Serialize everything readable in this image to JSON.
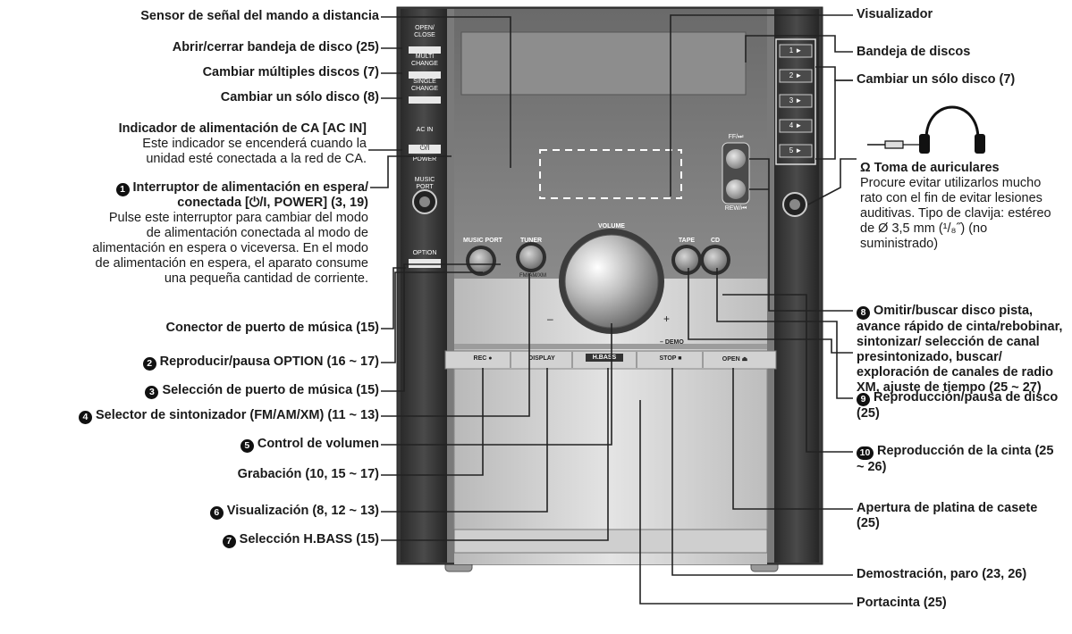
{
  "device": {
    "panel_text": {
      "open_close": "OPEN/\nCLOSE",
      "multi_change": "MULTI\nCHANGE",
      "single_change": "SINGLE\nCHANGE",
      "ac_in": "AC IN",
      "power_sym": "⏻/I",
      "power": "POWER",
      "music_port_small": "MUSIC\nPORT",
      "option": "OPTION",
      "ff": "FF/⏭",
      "rew": "REW/⏮",
      "disc": [
        "1 ►",
        "2 ►",
        "3 ►",
        "4 ►",
        "5 ►"
      ],
      "music_port": "MUSIC PORT",
      "tuner": "TUNER",
      "fm_am_xm": "FM/AM/XM",
      "volume": "VOLUME",
      "tape": "TAPE",
      "cd": "CD",
      "minus": "–",
      "plus": "+",
      "demo": "– DEMO",
      "rec": "REC ●",
      "display": "DISPLAY",
      "hbass": "H.BASS",
      "stop": "STOP ■",
      "open": "OPEN ⏏"
    }
  },
  "labels": {
    "remote_sensor": "Sensor de señal del mando a distancia",
    "open_close_tray": "Abrir/cerrar bandeja de disco (25)",
    "multi_change": "Cambiar múltiples discos (7)",
    "single_change_left": "Cambiar un sólo disco (8)",
    "ac_in_title": "Indicador de alimentación de CA [AC IN]",
    "ac_in_desc": "Este indicador se encenderá cuando la unidad esté conectada a la red de CA.",
    "power_num": "1",
    "power_title1": "Interruptor de alimentación en espera/",
    "power_title2": "conectada [⏻/I, POWER] (3, 19)",
    "power_desc": "Pulse este interruptor para cambiar del modo de alimentación conectada al modo de alimentación en espera o viceversa. En el modo de alimentación en espera, el aparato consume una pequeña cantidad de corriente.",
    "music_port_conn": "Conector de puerto de música (15)",
    "play_pause_option_num": "2",
    "play_pause_option": "Reproducir/pausa OPTION (16 ~ 17)",
    "music_port_sel_num": "3",
    "music_port_sel": "Selección de puerto de música (15)",
    "tuner_sel_num": "4",
    "tuner_sel": "Selector de sintonizador (FM/AM/XM) (11 ~ 13)",
    "volume_num": "5",
    "volume": "Control de volumen",
    "recording": "Grabación (10, 15 ~ 17)",
    "display_num": "6",
    "display": "Visualización (8, 12 ~ 13)",
    "hbass_num": "7",
    "hbass": "Selección H.BASS (15)",
    "visualizador": "Visualizador",
    "disc_tray": "Bandeja de discos",
    "single_change_right": "Cambiar un sólo disco (7)",
    "headphone_title": "Toma de auriculares",
    "headphone_desc": "Procure evitar utilizarlos mucho rato con el fin de evitar lesiones auditivas. Tipo de clavija: estéreo de Ø 3,5 mm (¹/₈˝) (no suministrado)",
    "skip_num": "8",
    "skip": "Omitir/buscar disco pista, avance rápido de cinta/rebobinar, sintonizar/ selección de canal presintonizado, buscar/ exploración de canales de radio XM, ajuste de tiempo (25 ~ 27)",
    "disc_play_num": "9",
    "disc_play": "Reproducción/pausa de disco (25)",
    "tape_play_num": "10",
    "tape_play": "Reproducción de la cinta (25 ~ 26)",
    "cassette_open": "Apertura de platina de casete (25)",
    "demo_stop": "Demostración, paro (23, 26)",
    "cassette_holder": "Portacinta (25)"
  }
}
